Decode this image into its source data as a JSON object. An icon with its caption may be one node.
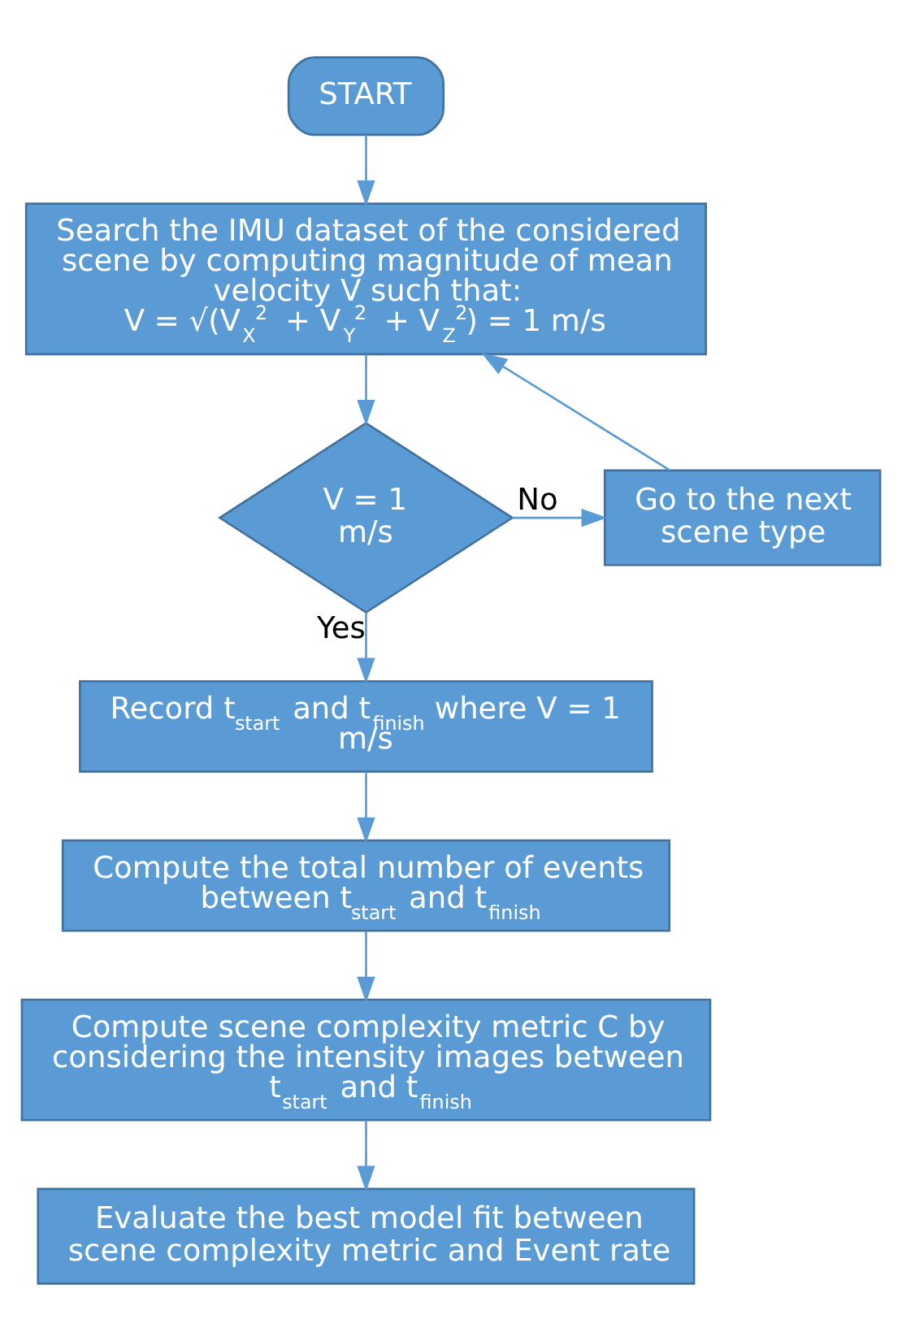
{
  "diagram": {
    "nodes": [
      {
        "text": [
          "START"
        ]
      },
      {
        "text": [
          "Search the IMU dataset of the considered scene by computing magnitude of mean velocity V such that:",
          "V = √(V$_{X}$$^{2}$ + V$_{Y}$$^{2}$ + V$_{Z}$$^{2}$) = 1 m/s"
        ]
      },
      {
        "text": [
          "V = 1 m/s"
        ]
      },
      {
        "text": [
          "Go to the next scene type"
        ]
      },
      {
        "text": [
          "Record t$_{start}$ and t$_{finish}$ where V = 1 m/s"
        ]
      },
      {
        "text": [
          "Compute the total number of events between t$_{start}$ and t$_{finish}$"
        ]
      },
      {
        "text": [
          "Compute scene complexity metric C by considering the intensity images between t$_{start}$ and t$_{finish}$"
        ]
      },
      {
        "text": [
          "Evaluate the best model fit between scene complexity metric and Event rate"
        ]
      }
    ],
    "edges": [
      {
        "from": 0,
        "to": 1,
        "arrow": "to"
      },
      {
        "from": 1,
        "to": 2,
        "arrow": "to"
      },
      {
        "from": 2,
        "to": 3,
        "arrow": "to",
        "label": "No"
      },
      {
        "from": 3,
        "to": 1,
        "arrow": "to"
      },
      {
        "from": 2,
        "to": 4,
        "arrow": "to",
        "label": "Yes"
      },
      {
        "from": 4,
        "to": 5,
        "arrow": "to"
      },
      {
        "from": 5,
        "to": 6,
        "arrow": "to"
      },
      {
        "from": 6,
        "to": 7,
        "arrow": "to"
      }
    ]
  }
}
